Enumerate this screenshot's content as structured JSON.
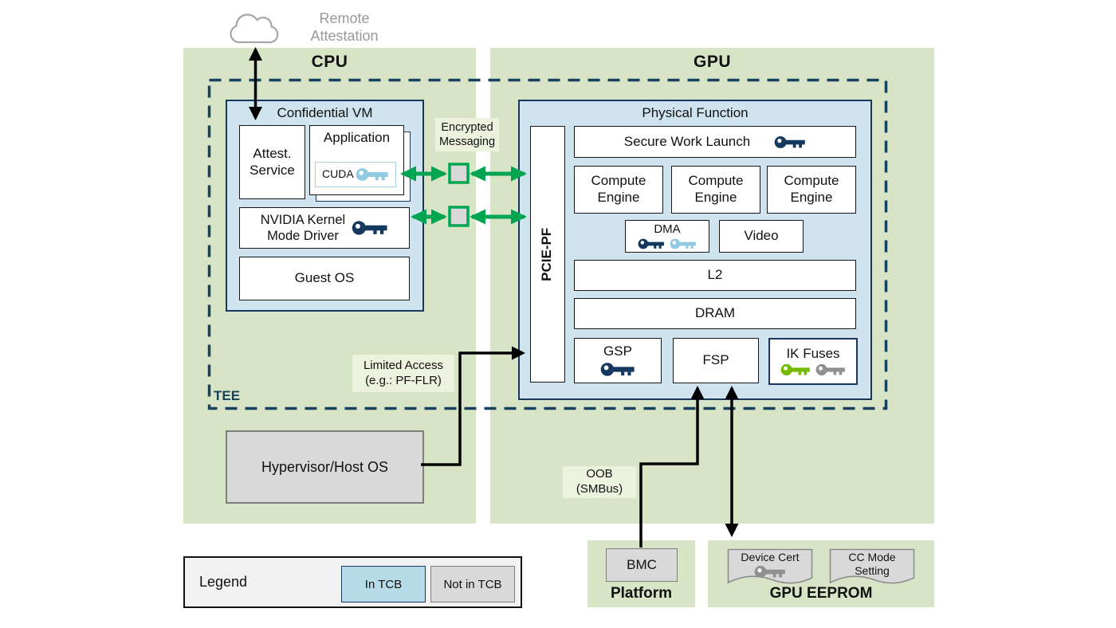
{
  "header": {
    "remote_attestation": "Remote\nAttestation",
    "cpu": "CPU",
    "gpu": "GPU"
  },
  "cpu": {
    "confidential_vm": {
      "title": "Confidential VM",
      "attest_service": "Attest.\nService",
      "application": "Application",
      "cuda": "CUDA",
      "kernel_driver": "NVIDIA Kernel\nMode Driver",
      "guest_os": "Guest OS"
    },
    "tee_label": "TEE",
    "hypervisor": "Hypervisor/Host OS"
  },
  "gpu": {
    "physical_function": "Physical Function",
    "pcie_pf": "PCIE-PF",
    "secure_work_launch": "Secure Work Launch",
    "compute_engines": [
      "Compute\nEngine",
      "Compute\nEngine",
      "Compute\nEngine"
    ],
    "dma": "DMA",
    "video": "Video",
    "l2": "L2",
    "dram": "DRAM",
    "gsp": "GSP",
    "fsp": "FSP",
    "ik_fuses": "IK Fuses"
  },
  "labels": {
    "encrypted_messaging": "Encrypted\nMessaging",
    "limited_access": "Limited Access\n(e.g.: PF-FLR)",
    "oob": "OOB\n(SMBus)"
  },
  "bottom": {
    "platform": {
      "title": "Platform",
      "bmc": "BMC"
    },
    "gpu_eeprom": {
      "title": "GPU EEPROM",
      "device_cert": "Device Cert",
      "cc_mode": "CC Mode\nSetting"
    }
  },
  "legend": {
    "title": "Legend",
    "in_tcb": "In TCB",
    "not_in_tcb": "Not in TCB"
  },
  "colors": {
    "panel_green": "#d8e4c6",
    "tcb_blue": "#cfe4ee",
    "in_tcb_swatch": "#b7dbe9",
    "navy_border": "#17375e",
    "tee_dash": "#16415f",
    "green_arrow": "#00a551",
    "gray_fill": "#d9d9d9",
    "gray_border": "#7f7f7f",
    "key_navy": "#15395e",
    "key_light_blue": "#90cbe2",
    "key_green": "#76b900",
    "key_gray": "#909090",
    "remote_attestation_text": "#999999",
    "label_bg": "#edf2df"
  }
}
